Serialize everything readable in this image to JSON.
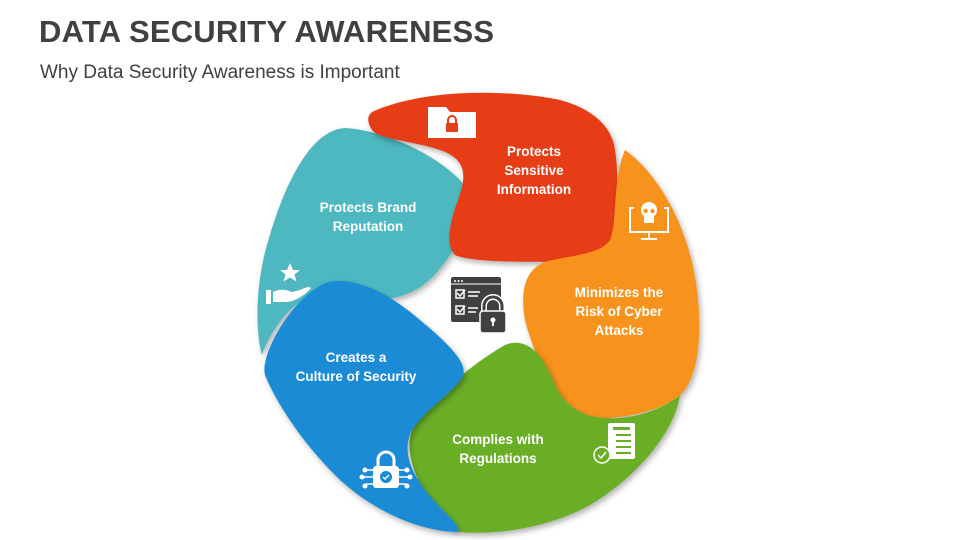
{
  "header": {
    "title": "DATA SECURITY AWARENESS",
    "subtitle": "Why Data Security Awareness is Important"
  },
  "center_icon": "checklist-lock-icon",
  "segments": [
    {
      "label": "Protects\nSensitive\nInformation",
      "color": "#E73E17",
      "icon": "folder-lock-icon"
    },
    {
      "label": "Minimizes the\nRisk of Cyber\nAttacks",
      "color": "#F7931E",
      "icon": "skull-monitor-icon"
    },
    {
      "label": "Complies with\nRegulations",
      "color": "#6AAE27",
      "icon": "document-check-icon"
    },
    {
      "label": "Creates a\nCulture of Security",
      "color": "#1B8BD6",
      "icon": "circuit-lock-icon"
    },
    {
      "label": "Protects Brand\nReputation",
      "color": "#4DB8C0",
      "icon": "hand-star-icon"
    }
  ]
}
